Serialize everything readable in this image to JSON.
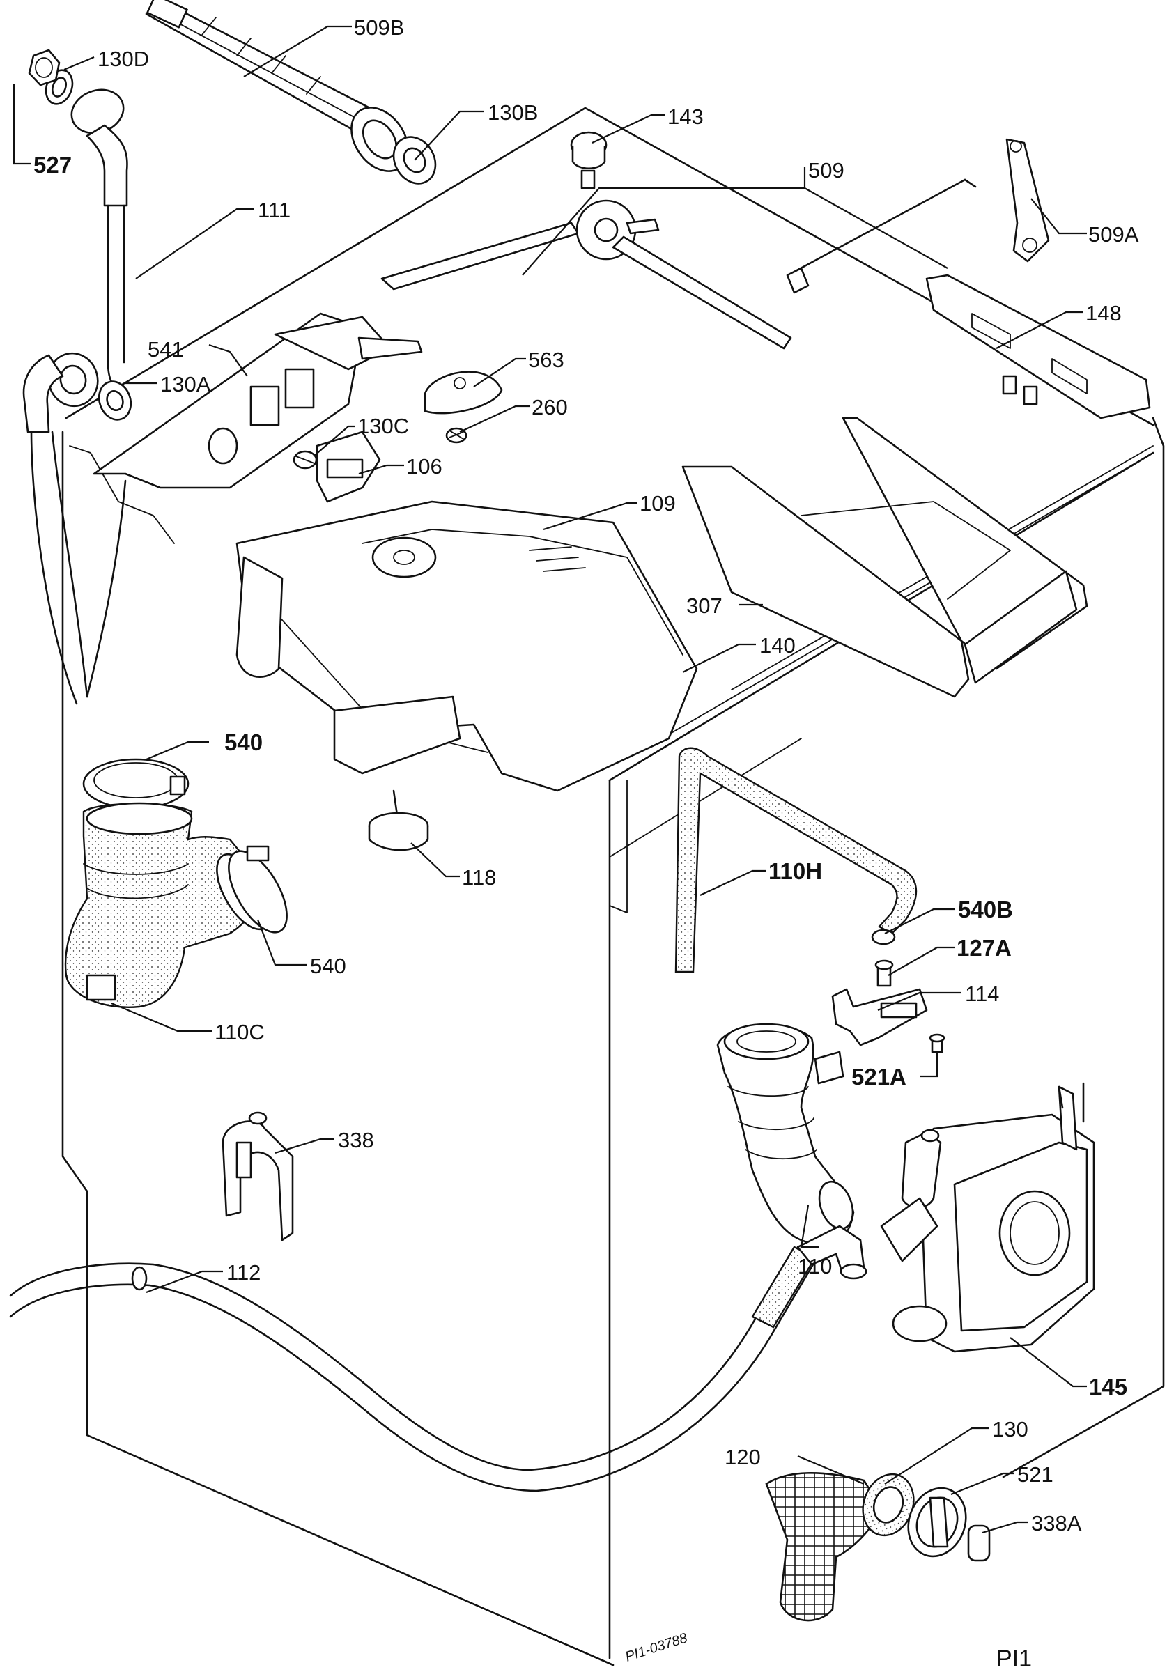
{
  "labels": {
    "p509B": "509B",
    "p130D": "130D",
    "p527": "527",
    "p130B": "130B",
    "p143": "143",
    "p509": "509",
    "p509A": "509A",
    "p111": "111",
    "p148": "148",
    "p541": "541",
    "p130A": "130A",
    "p563": "563",
    "p260": "260",
    "p130C": "130C",
    "p106": "106",
    "p109": "109",
    "p307": "307",
    "p140": "140",
    "p540a": "540",
    "p118": "118",
    "p110H": "110H",
    "p540B": "540B",
    "p540b": "540",
    "p127A": "127A",
    "p114": "114",
    "p110C": "110C",
    "p521A": "521A",
    "p338": "338",
    "p110": "110",
    "p112": "112",
    "p145": "145",
    "p130": "130",
    "p120": "120",
    "p521": "521",
    "p338A": "338A"
  },
  "footer": {
    "drawing_ref": "PI1-03788",
    "sheet": "PI1"
  }
}
